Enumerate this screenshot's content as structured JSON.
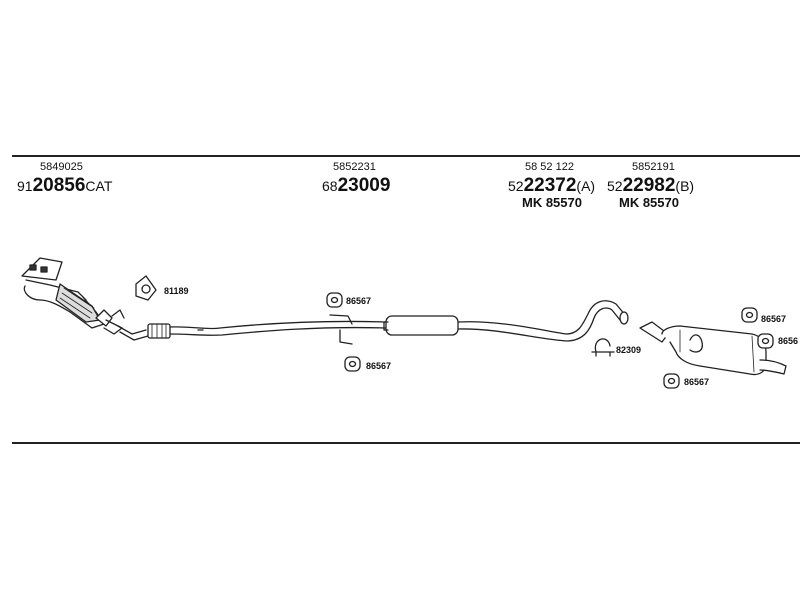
{
  "columns": [
    {
      "oe": "5849025",
      "prefix": "91",
      "bold": "20856",
      "suffix": "CAT",
      "mk": ""
    },
    {
      "oe": "5852231",
      "prefix": "68",
      "bold": "23009",
      "suffix": "",
      "mk": ""
    },
    {
      "oe": "58 52 122",
      "prefix": "52",
      "bold": "22372",
      "suffix": "(A)",
      "mk": "MK  85570"
    },
    {
      "oe": "5852191",
      "prefix": "52",
      "bold": "22982",
      "suffix": "(B)",
      "mk": "MK  85570"
    }
  ],
  "small_parts": {
    "ring": "81189",
    "hanger_top_mid": "86567",
    "hanger_bottom_mid": "86567",
    "clamp": "82309",
    "hanger_right_top": "86567",
    "hanger_right_side": "8656",
    "hanger_right_bottom": "86567"
  },
  "colors": {
    "line": "#222222",
    "text": "#111111",
    "background": "#ffffff"
  }
}
